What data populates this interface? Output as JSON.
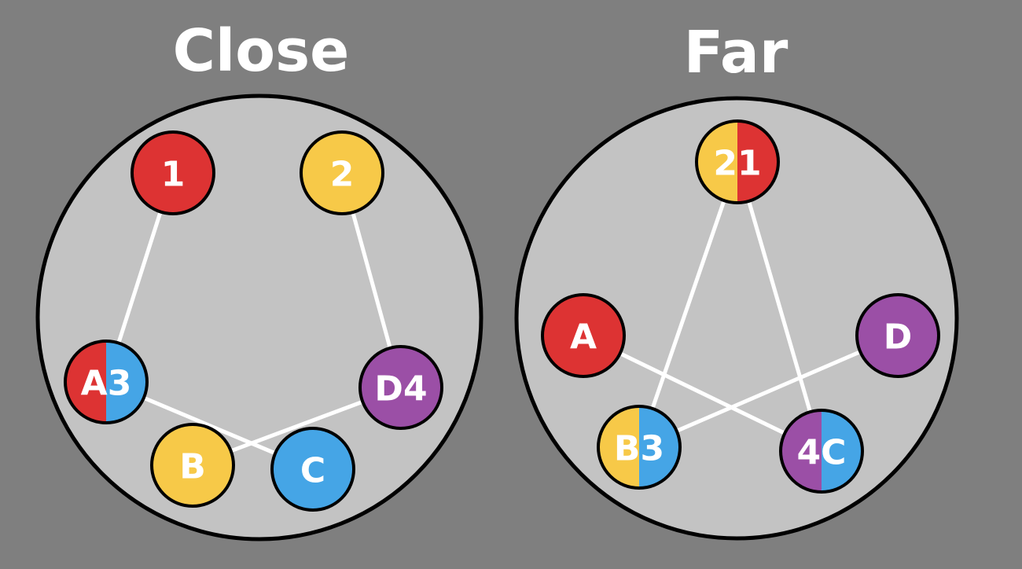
{
  "colors": {
    "background": "#7f7f7f",
    "panel_fill": "#c3c3c3",
    "red": "#dd3333",
    "yellow": "#f7c948",
    "blue": "#45a5e6",
    "purple": "#9b4fa6",
    "line": "#ffffff",
    "outline": "#000000"
  },
  "panels": [
    {
      "title": "Close",
      "nodes": [
        {
          "label": "1",
          "fills": [
            "red"
          ]
        },
        {
          "label": "2",
          "fills": [
            "yellow"
          ]
        },
        {
          "label": "A3",
          "fills": [
            "red",
            "blue"
          ]
        },
        {
          "label": "D4",
          "fills": [
            "purple"
          ]
        },
        {
          "label": "B",
          "fills": [
            "yellow"
          ]
        },
        {
          "label": "C",
          "fills": [
            "blue"
          ]
        }
      ],
      "links": [
        [
          "1",
          "A3"
        ],
        [
          "2",
          "D4"
        ],
        [
          "A3",
          "C"
        ],
        [
          "D4",
          "B"
        ]
      ]
    },
    {
      "title": "Far",
      "nodes": [
        {
          "label": "21",
          "fills": [
            "yellow",
            "red"
          ]
        },
        {
          "label": "A",
          "fills": [
            "red"
          ]
        },
        {
          "label": "D",
          "fills": [
            "purple"
          ]
        },
        {
          "label": "B3",
          "fills": [
            "yellow",
            "blue"
          ]
        },
        {
          "label": "4C",
          "fills": [
            "purple",
            "blue"
          ]
        }
      ],
      "links": [
        [
          "21",
          "B3"
        ],
        [
          "21",
          "4C"
        ],
        [
          "A",
          "4C"
        ],
        [
          "D",
          "B3"
        ]
      ]
    }
  ]
}
